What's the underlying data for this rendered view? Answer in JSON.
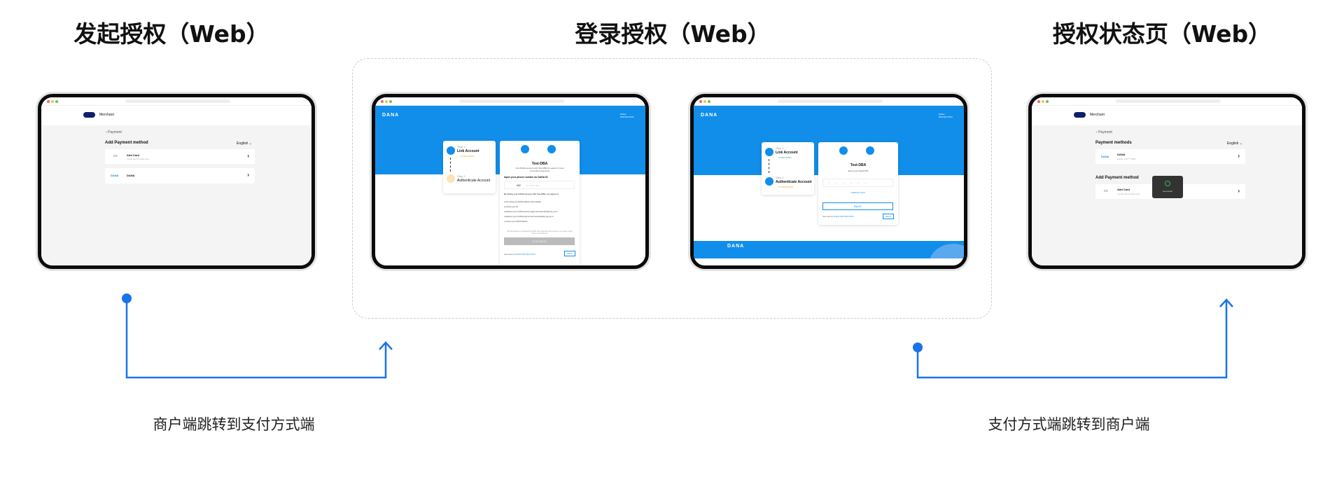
{
  "titles": {
    "start": "发起授权（Web）",
    "login": "登录授权（Web）",
    "status": "授权状态页（Web）"
  },
  "notes": {
    "to_payment": "商户端跳转到支付方式端",
    "to_merchant": "支付方式端跳转到商户端"
  },
  "colors": {
    "dana_blue": "#118EEA",
    "merchant_navy": "#0d1f6b",
    "arrow": "#1a73e8",
    "success": "#2bbf5c",
    "warning": "#f5a623"
  },
  "merchant": {
    "name": "Merchant",
    "back": "Payment",
    "language": "English",
    "add_title": "Add Payment method",
    "methods_title": "Payment methods",
    "add_card": "Add Card",
    "add_card_sub": "Credit card & Debit card",
    "dana": "DANA",
    "dana_sub": "Mobile +62****1808",
    "toast": "successful"
  },
  "dana": {
    "logo": "DANA",
    "protection": "DANA PROTECTION",
    "step1": "Step 1",
    "step1_title": "Link Account",
    "step2": "Step 2",
    "step2_title": "Authenticate Account",
    "in_progress": "IN PROGRESS",
    "completed": "COMPLETED",
    "merchant": "Test-DBA",
    "link_desc": "Link DANA account with Test-DBA for easier & more convenient payments",
    "phone_label": "Input your phone number as DANA ID",
    "country_code": "+62",
    "phone_placeholder": "812 3456 7890",
    "agree": "By linking your DANA account with Test-DBA, you agree to:",
    "consents": [
      "Pay using your DANA balance automatically",
      "Access your ID",
      "Redirect you to DANA account page and automatically log you in",
      "Redirect you to DANA payment and automatically log you in",
      "Access your DANA balance"
    ],
    "terms": "All information is protected by DANA. By continuing the process, you agree to the Terms & Conditions.",
    "continue": "CONTINUE",
    "secured": "Secured by",
    "secured_brand": "DANA PROTECTION",
    "help": "HELP",
    "pin_prompt": "Enter your DANA PIN",
    "forgot_pin": "FORGOT PIN?",
    "back": "BACK"
  }
}
